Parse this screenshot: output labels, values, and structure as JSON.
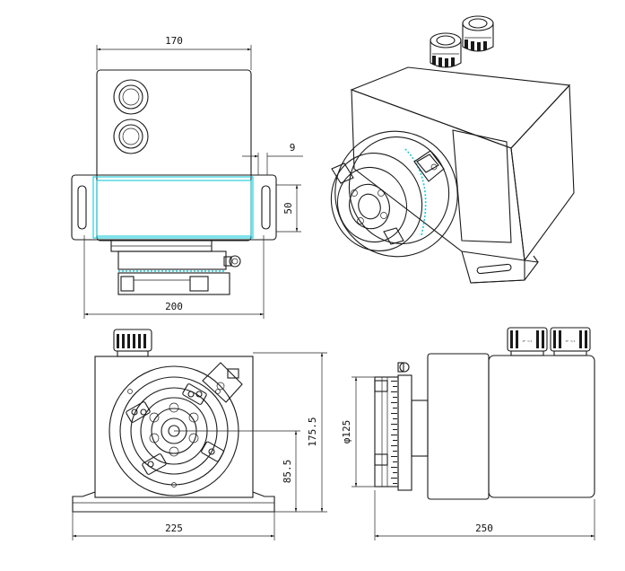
{
  "dimensions": {
    "top_width": "170",
    "flange_gap": "9",
    "flange_height": "50",
    "base_width_top": "200",
    "overall_height": "175.5",
    "center_height": "85.5",
    "front_width": "225",
    "chuck_dia": "φ125",
    "side_length": "250"
  },
  "gland_label": "PF 3/4"
}
